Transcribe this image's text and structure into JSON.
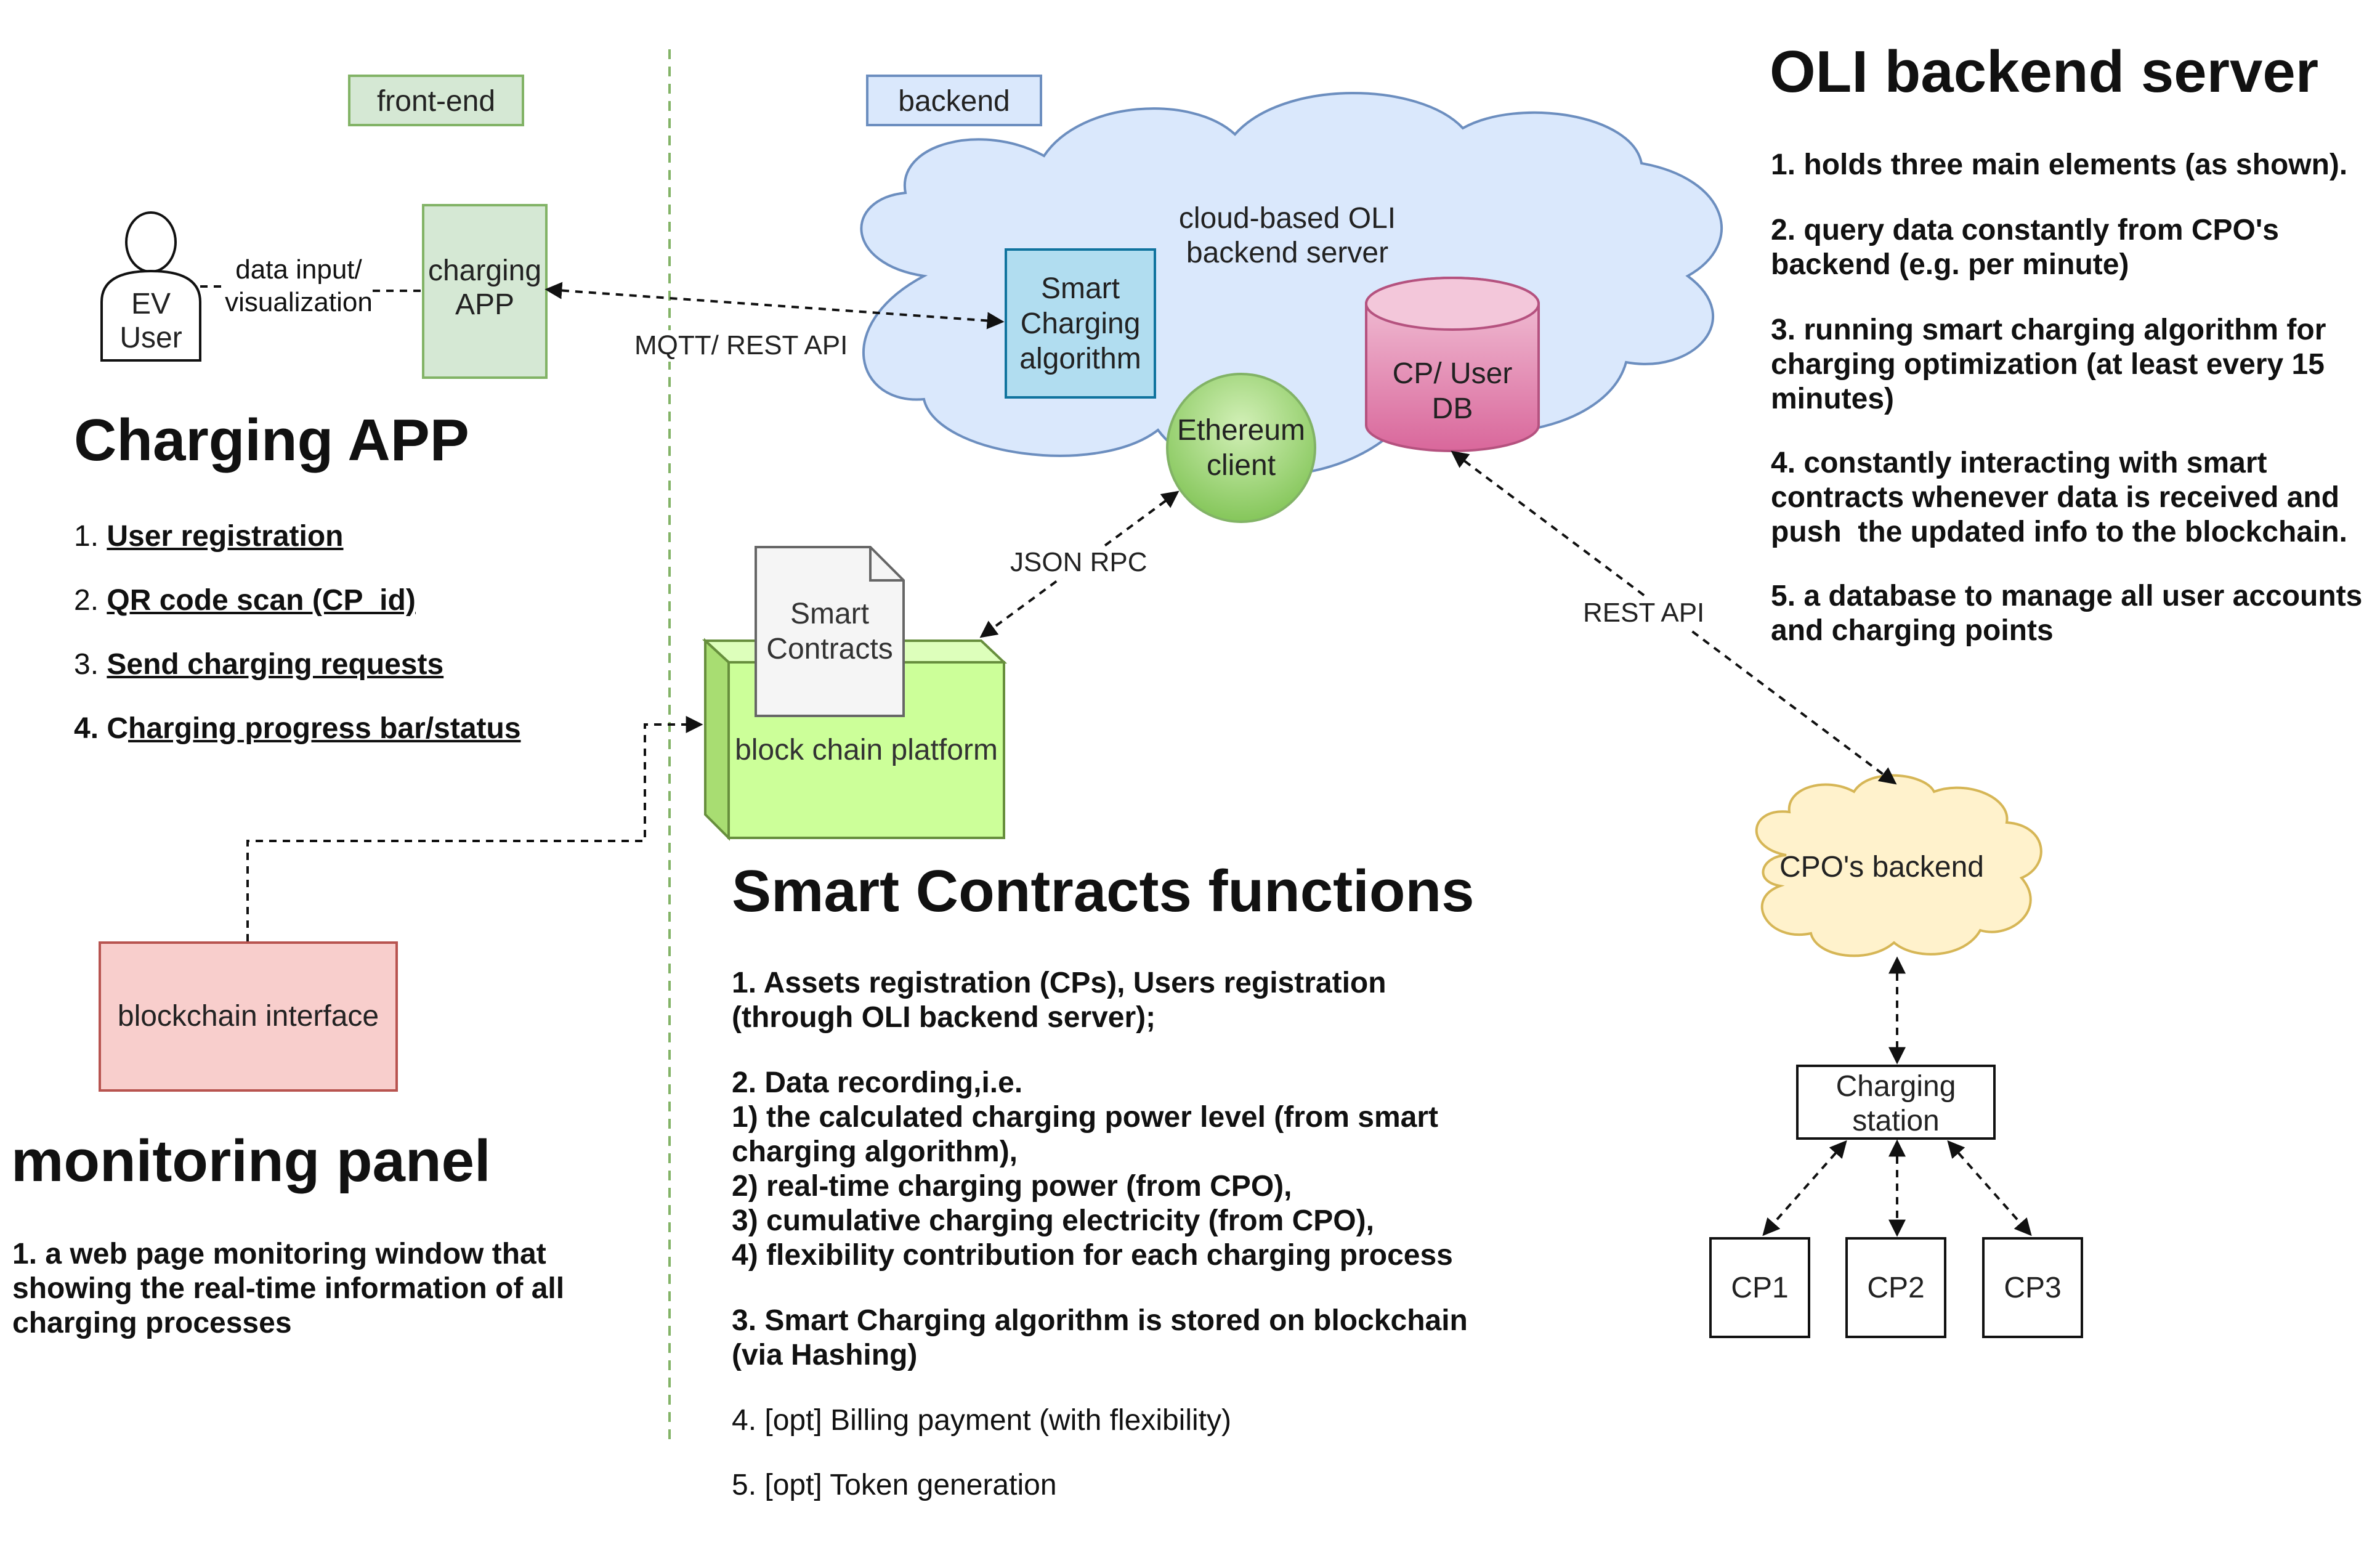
{
  "zones": {
    "frontend": "front-end",
    "backend": "backend"
  },
  "left": {
    "ev_user": "EV\nUser",
    "data_input_label": "data input/\nvisualization",
    "charging_app_box": "charging\nAPP",
    "mqtt_label": "MQTT/ REST API",
    "charging_app_heading": "Charging APP",
    "charging_app_items": [
      {
        "num": "1. ",
        "text": "User registration"
      },
      {
        "num": "2. ",
        "text": "QR code scan (CP_id)"
      },
      {
        "num": "3. ",
        "text": "Send charging requests"
      },
      {
        "num": "4. C",
        "text": "harging progress bar/status"
      }
    ],
    "blockchain_interface": "blockchain interface",
    "monitoring_heading": "monitoring panel",
    "monitoring_text": "1. a web page monitoring window that\nshowing the real-time information of all\ncharging processes"
  },
  "cloud": {
    "label": "cloud-based OLI\nbackend server",
    "smart_charging": "Smart\nCharging\nalgorithm",
    "db": "CP/ User\nDB",
    "ethereum": "Ethereum\nclient"
  },
  "blockchain": {
    "json_rpc": "JSON RPC",
    "smart_contracts": "Smart\nContracts",
    "platform": "block chain platform"
  },
  "sc_functions": {
    "heading": "Smart Contracts functions",
    "item1": "1. Assets registration (CPs), Users registration\n(through OLI backend server);",
    "item2": "2. Data recording,i.e.\n1) the calculated charging power level (from smart\ncharging algorithm),\n2) real-time charging power (from CPO),\n3) cumulative charging electricity (from CPO),\n4) flexibility contribution for each charging process",
    "item3": "3. Smart Charging algorithm is stored on blockchain\n(via Hashing)",
    "item4": "4. [opt] Billing payment (with flexibility)",
    "item5": "5. [opt] Token generation"
  },
  "oli": {
    "heading": "OLI backend server",
    "items": [
      "1. holds three main elements (as shown).",
      "2. query data constantly from CPO's\nbackend (e.g. per minute)",
      "3. running smart charging algorithm for\ncharging optimization (at least every 15\nminutes)",
      "4. constantly interacting with smart\ncontracts whenever data is received and\npush  the updated info to the blockchain.",
      "5. a database to manage all user accounts\nand charging points"
    ]
  },
  "cpo": {
    "rest_api": "REST API",
    "cpo_backend": "CPO's backend",
    "charging_station": "Charging\nstation",
    "cps": [
      "CP1",
      "CP2",
      "CP3"
    ]
  },
  "colors": {
    "green_box_fill": "#d5e8d4",
    "green_box_stroke": "#82b366",
    "blue_box_fill": "#dae8fc",
    "blue_box_stroke": "#6c8ebf",
    "smart_charging_fill": "#b1ddf0",
    "smart_charging_stroke": "#10739e",
    "db_fill": "#e6a4c1",
    "db_stroke": "#b5527f",
    "ethereum_fill": "#a6d97c",
    "ethereum_stroke": "#82b366",
    "platform_fill": "#ccff99",
    "platform_stroke": "#678f3d",
    "red_box_fill": "#f8cecc",
    "red_box_stroke": "#b85450",
    "cpo_cloud_fill": "#fff2cc",
    "cpo_cloud_stroke": "#d6b656"
  }
}
